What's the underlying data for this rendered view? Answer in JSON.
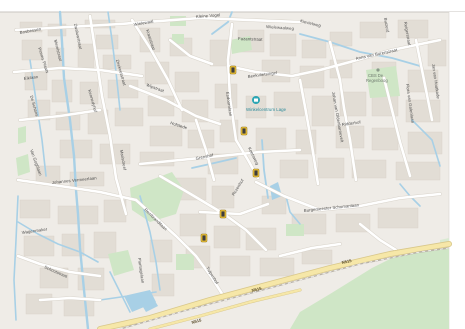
{
  "map": {
    "streets": {
      "kleine_vogel": "Kleine Vogel",
      "wielewaalweg": "Wielewaal",
      "wielewaalweg_right": "Wielewaalweg",
      "kievietweg": "Kievietweg",
      "fazantstraat": "Fazantstraat",
      "bosbessen": "Bosbessen",
      "pimms_plaats": "Pimms Plaats",
      "merelstraat": "Merelstraat",
      "zwaluwstraat": "Zwaluwstraat",
      "kraaistraat": "Kraaistraat",
      "zeekoeltraat": "Zeekoetstraat",
      "reigerstraat": "Reigerstraat",
      "buizerd": "Buizerd",
      "anna_van_burenstraat": "Anna van Burenstraat",
      "eiklaan": "Eiklaan",
      "wipstraat": "Wipstraat",
      "beekvliet": "Beekvlietsingel",
      "esdoornlaan": "Esdoornlaan",
      "ridderhof": "Ridderhof",
      "johan_van_oldenbarnevelt": "Johan van Oldenbarnevelt",
      "jan_van_houtkade": "Jan van Houtkade",
      "flora_van_galen": "Flora van Galenlaan",
      "hofstede": "Hofstede",
      "de_schans": "De Schans",
      "marisdreef": "Marisdreef",
      "kennedyhof": "Kennedyhof",
      "grenshof": "Grenshof",
      "koetsweg": "Koetsweg",
      "johannes_vermeerlaan": "Johannes Vermeerlaan",
      "van_goghlaan": "Van Goghlaan",
      "rembrandtlaan": "Rembrandtlaan",
      "wagenmaker": "Wagenmaker",
      "rozenhof": "Rozenhof",
      "burgemeester": "Burgemeester Schumanlaan",
      "tulpenhof": "Tulpenhof",
      "plantagelaan": "Plantagelaan",
      "schoutstraat": "Schoutstraat"
    },
    "pois": {
      "mall": "Winkelcentrum Lage",
      "cbs_title": "CBS De",
      "cbs_sub": "Regenboog"
    },
    "roads": {
      "n_upper": "N515",
      "n_mid": "N515",
      "n_lower": "N515"
    }
  }
}
